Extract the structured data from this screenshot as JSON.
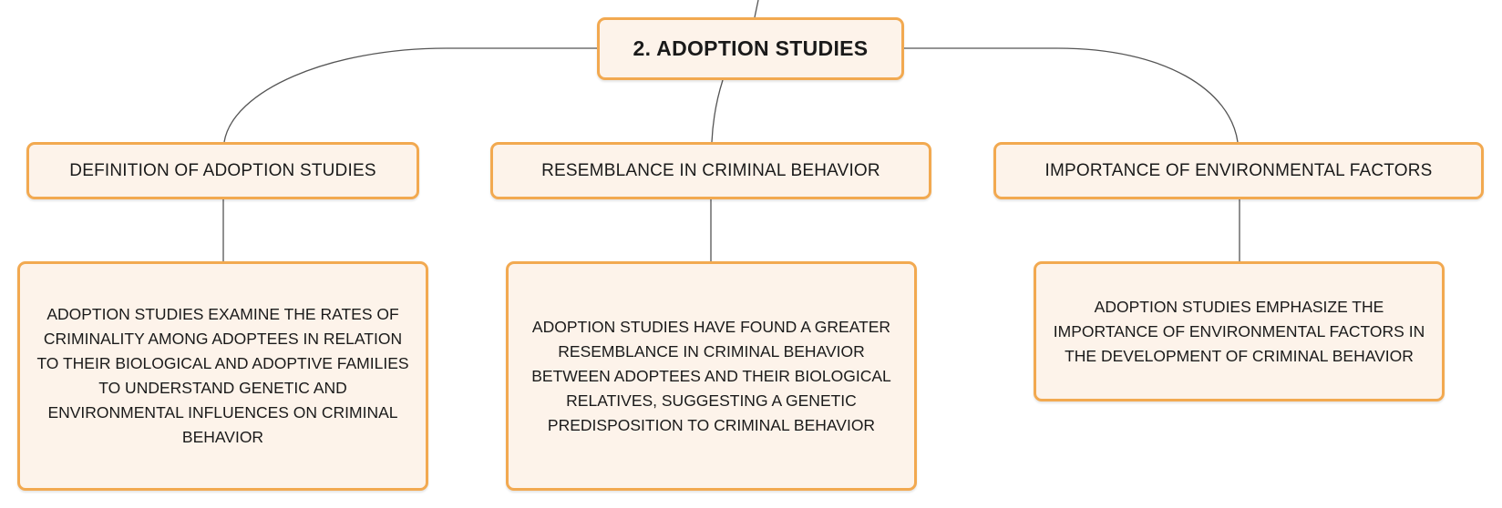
{
  "colors": {
    "node_fill": "#fdf3ea",
    "node_border": "#f2a950",
    "connector": "#555555"
  },
  "root": {
    "label": "2. ADOPTION STUDIES"
  },
  "branches": [
    {
      "label": "DEFINITION OF ADOPTION STUDIES",
      "detail": "ADOPTION STUDIES EXAMINE THE RATES OF CRIMINALITY AMONG ADOPTEES IN RELATION TO THEIR BIOLOGICAL AND ADOPTIVE FAMILIES TO UNDERSTAND GENETIC AND ENVIRONMENTAL INFLUENCES ON CRIMINAL BEHAVIOR"
    },
    {
      "label": "RESEMBLANCE IN CRIMINAL BEHAVIOR",
      "detail": "ADOPTION STUDIES HAVE FOUND A GREATER RESEMBLANCE IN CRIMINAL BEHAVIOR BETWEEN ADOPTEES AND THEIR BIOLOGICAL RELATIVES, SUGGESTING A GENETIC PREDISPOSITION TO CRIMINAL BEHAVIOR"
    },
    {
      "label": "IMPORTANCE OF ENVIRONMENTAL FACTORS",
      "detail": "ADOPTION STUDIES EMPHASIZE THE IMPORTANCE OF ENVIRONMENTAL FACTORS IN THE DEVELOPMENT OF CRIMINAL BEHAVIOR"
    }
  ]
}
